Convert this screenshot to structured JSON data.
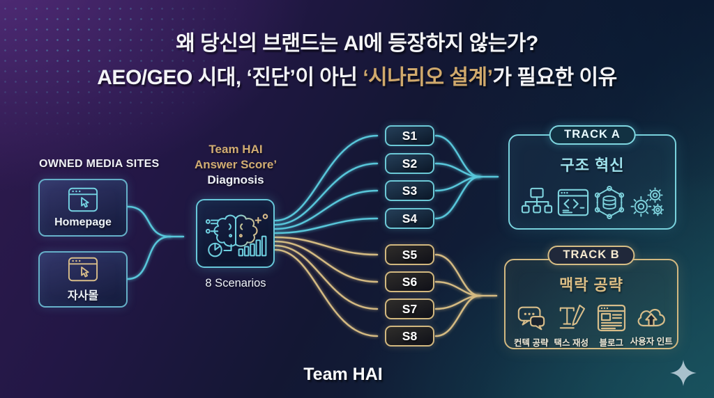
{
  "colors": {
    "accent_cyan": "#5ec8db",
    "accent_gold": "#d5bb84",
    "title_highlight_gold": "#d0a96c",
    "background_purple": "#341d54",
    "background_navy": "#0c1a33",
    "background_teal": "#16444f"
  },
  "title": {
    "line1": "왜 당신의 브랜드는 AI에 등장하지 않는가?",
    "line2_prefix": "AEO/GEO 시대, ‘진단’이 아닌 ",
    "line2_highlight": "‘시나리오 설계’",
    "line2_suffix": "가 필요한 이유"
  },
  "owned_media": {
    "heading": "OWNED MEDIA SITES",
    "sites": [
      {
        "label": "Homepage",
        "icon": "browser-cursor-icon",
        "accent": "cyan"
      },
      {
        "label": "자사몰",
        "icon": "browser-cursor-icon",
        "accent": "gold"
      }
    ]
  },
  "diagnosis": {
    "title_line1": "Team HAI",
    "title_line2": "Answer Score’",
    "title_line3": "Diagnosis",
    "icon": "brain-analytics-icon",
    "caption": "8 Scenarios"
  },
  "scenarios": {
    "items": [
      {
        "label": "S1",
        "track": "A"
      },
      {
        "label": "S2",
        "track": "A"
      },
      {
        "label": "S3",
        "track": "A"
      },
      {
        "label": "S4",
        "track": "A"
      },
      {
        "label": "S5",
        "track": "B"
      },
      {
        "label": "S6",
        "track": "B"
      },
      {
        "label": "S7",
        "track": "B"
      },
      {
        "label": "S8",
        "track": "B"
      }
    ]
  },
  "track_a": {
    "badge": "TRACK A",
    "title": "구조 혁신",
    "icons": [
      "sitemap-icon",
      "code-window-icon",
      "data-network-icon",
      "gears-icon"
    ]
  },
  "track_b": {
    "badge": "TRACK B",
    "title": "맥락 공략",
    "items": [
      {
        "icon": "chat-bubbles-icon",
        "label": "컨텍 공략"
      },
      {
        "icon": "text-edit-icon",
        "label": "택스 재성"
      },
      {
        "icon": "blog-page-icon",
        "label": "블로그"
      },
      {
        "icon": "cloud-upload-icon",
        "label": "사용자 인트"
      }
    ]
  },
  "footer": {
    "brand": "Team HAI",
    "icon": "sparkle-icon"
  }
}
